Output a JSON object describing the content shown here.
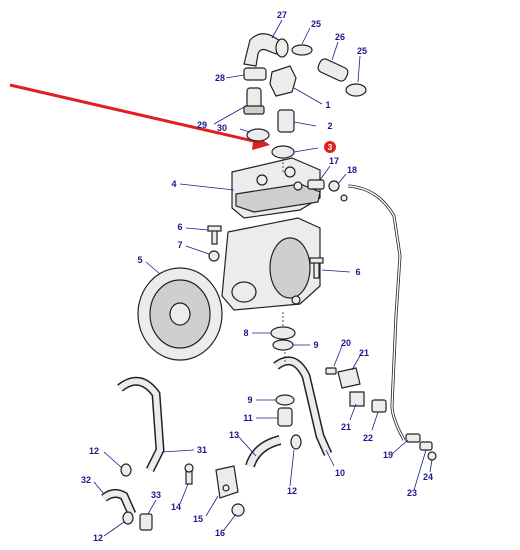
{
  "diagram": {
    "highlight": {
      "label": "3",
      "color": "#e02020"
    },
    "arrow_color": "#e02020",
    "label_color": "#1a1a8c",
    "labels": [
      {
        "id": "27",
        "text": "27"
      },
      {
        "id": "25a",
        "text": "25"
      },
      {
        "id": "26",
        "text": "26"
      },
      {
        "id": "25b",
        "text": "25"
      },
      {
        "id": "28",
        "text": "28"
      },
      {
        "id": "1",
        "text": "1"
      },
      {
        "id": "29",
        "text": "29"
      },
      {
        "id": "30",
        "text": "30"
      },
      {
        "id": "2",
        "text": "2"
      },
      {
        "id": "17",
        "text": "17"
      },
      {
        "id": "18",
        "text": "18"
      },
      {
        "id": "4",
        "text": "4"
      },
      {
        "id": "6a",
        "text": "6"
      },
      {
        "id": "7",
        "text": "7"
      },
      {
        "id": "5",
        "text": "5"
      },
      {
        "id": "6b",
        "text": "6"
      },
      {
        "id": "8",
        "text": "8"
      },
      {
        "id": "9a",
        "text": "9"
      },
      {
        "id": "20",
        "text": "20"
      },
      {
        "id": "21a",
        "text": "21"
      },
      {
        "id": "9b",
        "text": "9"
      },
      {
        "id": "11",
        "text": "11"
      },
      {
        "id": "21b",
        "text": "21"
      },
      {
        "id": "22",
        "text": "22"
      },
      {
        "id": "13",
        "text": "13"
      },
      {
        "id": "12a",
        "text": "12"
      },
      {
        "id": "31",
        "text": "31"
      },
      {
        "id": "10",
        "text": "10"
      },
      {
        "id": "19",
        "text": "19"
      },
      {
        "id": "32",
        "text": "32"
      },
      {
        "id": "23",
        "text": "23"
      },
      {
        "id": "24",
        "text": "24"
      },
      {
        "id": "12b",
        "text": "12"
      },
      {
        "id": "33",
        "text": "33"
      },
      {
        "id": "14",
        "text": "14"
      },
      {
        "id": "15",
        "text": "15"
      },
      {
        "id": "12c",
        "text": "12"
      },
      {
        "id": "16",
        "text": "16"
      }
    ]
  }
}
